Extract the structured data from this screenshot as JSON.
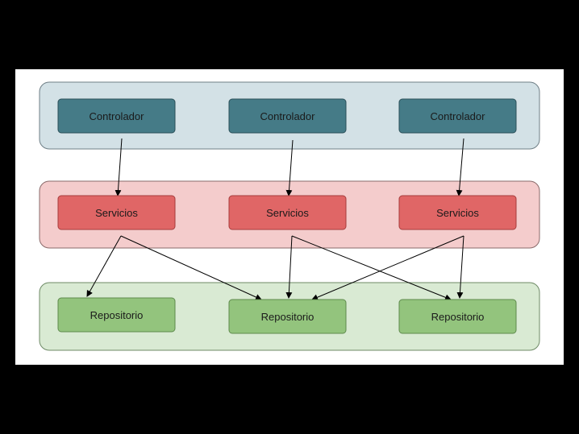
{
  "diagram": {
    "layers": [
      {
        "id": "controllers",
        "fill": "#d3e1e6",
        "stroke": "#6f7f86",
        "node_fill": "#457b87",
        "node_stroke": "#2b4f58",
        "nodes": [
          "Controlador",
          "Controlador",
          "Controlador"
        ]
      },
      {
        "id": "services",
        "fill": "#f4cccc",
        "stroke": "#8a6a6a",
        "node_fill": "#e06666",
        "node_stroke": "#a63c3c",
        "nodes": [
          "Servicios",
          "Servicios",
          "Servicios"
        ]
      },
      {
        "id": "repositories",
        "fill": "#d9ead3",
        "stroke": "#6e8a66",
        "node_fill": "#93c47d",
        "node_stroke": "#5e8a4c",
        "nodes": [
          "Repositorio",
          "Repositorio",
          "Repositorio"
        ]
      }
    ],
    "edges": [
      {
        "from": [
          0,
          0
        ],
        "to": [
          1,
          0
        ]
      },
      {
        "from": [
          0,
          1
        ],
        "to": [
          1,
          1
        ]
      },
      {
        "from": [
          0,
          2
        ],
        "to": [
          1,
          2
        ]
      },
      {
        "from": [
          1,
          0
        ],
        "to": [
          2,
          0
        ]
      },
      {
        "from": [
          1,
          0
        ],
        "to": [
          2,
          1
        ]
      },
      {
        "from": [
          1,
          1
        ],
        "to": [
          2,
          1
        ]
      },
      {
        "from": [
          1,
          1
        ],
        "to": [
          2,
          2
        ]
      },
      {
        "from": [
          1,
          2
        ],
        "to": [
          2,
          1
        ]
      },
      {
        "from": [
          1,
          2
        ],
        "to": [
          2,
          2
        ]
      }
    ]
  }
}
